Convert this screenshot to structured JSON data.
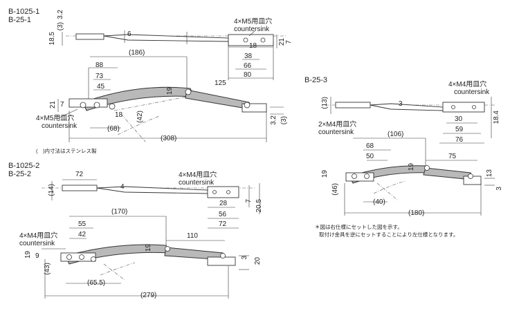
{
  "diagram_a": {
    "model_1": "B-1025-1",
    "model_2": "B-25-1",
    "hole_spec_top": "4×M5用皿穴",
    "hole_spec_top_en": "countersink",
    "hole_spec_left": "4×M5用皿穴",
    "hole_spec_left_en": "countersink",
    "dims": {
      "d3_2_top": "3.2",
      "d3_label": "(3)",
      "d18_5": "18.5",
      "d6": "6",
      "d21": "21",
      "d7_right": "7",
      "d18": "18",
      "d38": "38",
      "d66": "66",
      "d80": "80",
      "d186": "(186)",
      "d88": "88",
      "d73": "73",
      "d45": "45",
      "d125": "125",
      "d19": "19",
      "d21_left": "21",
      "d7_left": "7",
      "d18_mid": "18",
      "d42": "(42)",
      "d68": "(68)",
      "d3_2_r": "3.2",
      "d3_r": "(3)",
      "d308": "(308)"
    }
  },
  "note_stainless": "(　)内寸法はステンレス製",
  "diagram_b": {
    "model_1": "B-1025-2",
    "model_2": "B-25-2",
    "hole_spec_top": "4×M4用皿穴",
    "hole_spec_top_en": "countersink",
    "hole_spec_left": "4×M4用皿穴",
    "hole_spec_left_en": "countersink",
    "dims": {
      "d14": "(14)",
      "d72_top": "72",
      "d4": "4",
      "d28": "28",
      "d56": "56",
      "d72": "72",
      "d7": "7",
      "d20_5": "20.5",
      "d170": "(170)",
      "d55": "55",
      "d42": "42",
      "d110": "110",
      "d19": "19",
      "d19_left": "19",
      "d9": "9",
      "d43": "(43)",
      "d3": "3",
      "d20": "20",
      "d65_5": "(65.5)",
      "d279": "(279)"
    }
  },
  "diagram_c": {
    "model_1": "B-25-3",
    "hole_spec_top": "4×M4用皿穴",
    "hole_spec_top_en": "countersink",
    "hole_spec_left": "2×M4用皿穴",
    "hole_spec_left_en": "countersink",
    "dims": {
      "d13": "(13)",
      "d3_top": "3",
      "d30": "30",
      "d59": "59",
      "d76": "76",
      "d18_4": "18.4",
      "d106": "(106)",
      "d68": "68",
      "d50": "50",
      "d75": "75",
      "d19": "19",
      "d19_left": "19",
      "d46": "(46)",
      "d40": "(40)",
      "d180": "(180)",
      "d13_r": "13",
      "d3_r": "3"
    },
    "note_line1": "＊図は右仕様にセットした図を示す。",
    "note_line2": "取付け金具を逆にセットすることにより左仕様となります。"
  }
}
